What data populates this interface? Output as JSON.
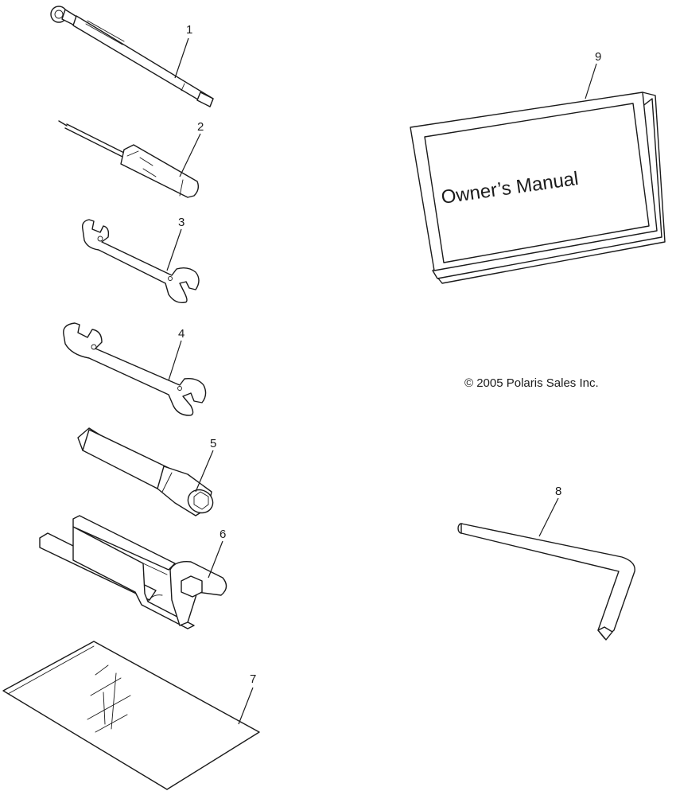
{
  "callouts": {
    "item_1": "1",
    "item_2": "2",
    "item_3": "3",
    "item_4": "4",
    "item_5": "5",
    "item_6": "6",
    "item_7": "7",
    "item_8": "8",
    "item_9": "9"
  },
  "manual": {
    "cover_title": "Owner’s Manual"
  },
  "copyright": "© 2005 Polaris Sales Inc."
}
